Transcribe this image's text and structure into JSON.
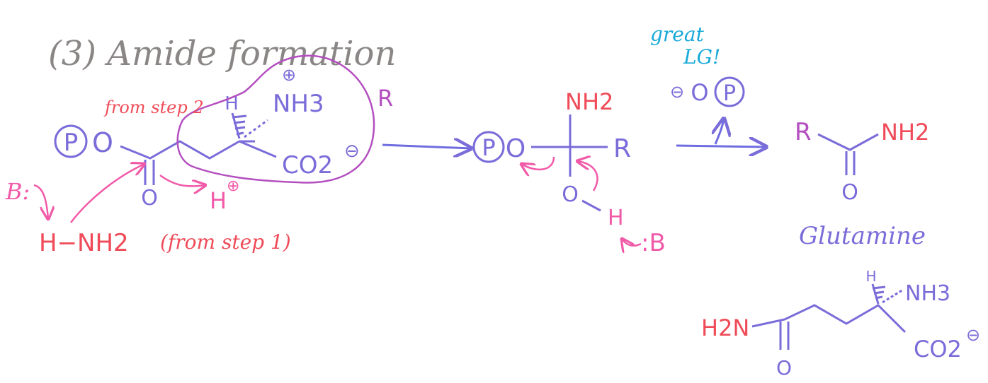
{
  "title": "(3) Amide formation",
  "colors": {
    "ink_gray": "#8a8685",
    "purple": "#7a6cd9",
    "pink": "#f15aa8",
    "red": "#ef4b58",
    "magenta": "#b34fbf",
    "cyan": "#17a9d8",
    "blue_arrow": "#6f6de0"
  },
  "reactant": {
    "phosphate": "P",
    "o_link": "O",
    "carbonyl_o": "O",
    "h_stereo": "H",
    "nh3_charge": "⊕",
    "nh3": "NH3",
    "co2": "CO2",
    "co2_charge": "⊖",
    "r_label": "R",
    "from_step2": "from step 2"
  },
  "base_attack": {
    "base": "B:",
    "ammonia": "H−NH2",
    "from_step1": "(from step 1)",
    "proton": "H",
    "proton_charge": "⊕"
  },
  "intermediate": {
    "phosphate": "P",
    "o_link": "O",
    "nh2": "NH2",
    "r": "R",
    "o_bottom": "O",
    "h_bottom": "H",
    "base": ":B"
  },
  "leaving_group": {
    "note_line1": "great",
    "note_line2": "LG!",
    "charge": "⊖",
    "o": "O",
    "p": "P"
  },
  "product": {
    "r": "R",
    "nh2": "NH2",
    "o": "O",
    "name": "Glutamine"
  },
  "glutamine_structure": {
    "h2n": "H2N",
    "h": "H",
    "nh3": "NH3",
    "co2": "CO2",
    "co2_charge": "⊖",
    "o": "O"
  }
}
